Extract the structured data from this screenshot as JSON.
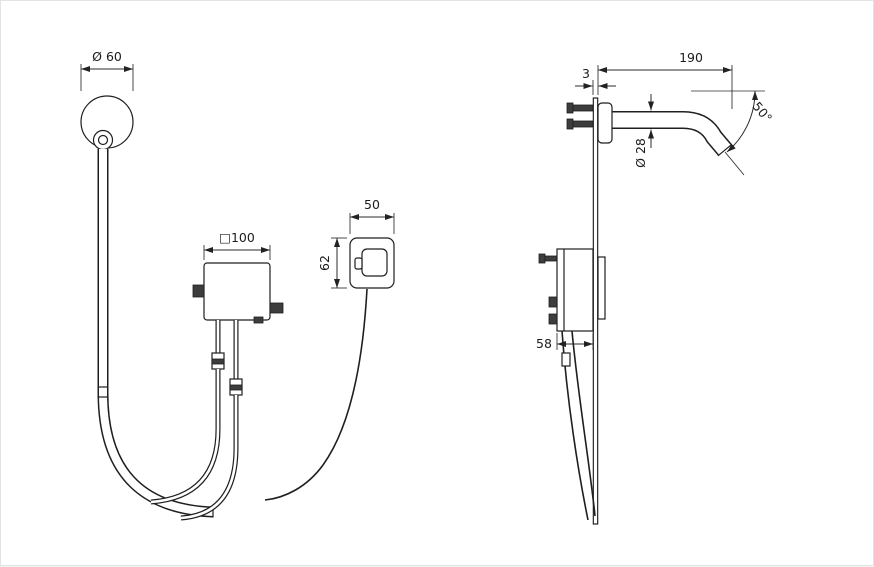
{
  "drawing": {
    "front": {
      "flange_diameter": "Ø 60",
      "control_box_size": "□100",
      "psu_width": "50",
      "psu_height": "62"
    },
    "side": {
      "spout_reach": "190",
      "plate_thickness": "3",
      "spout_diameter": "Ø 28",
      "spout_angle": "50°",
      "box_depth": "58"
    },
    "colors": {
      "line": "#1f1f1f",
      "background": "#ffffff"
    }
  }
}
